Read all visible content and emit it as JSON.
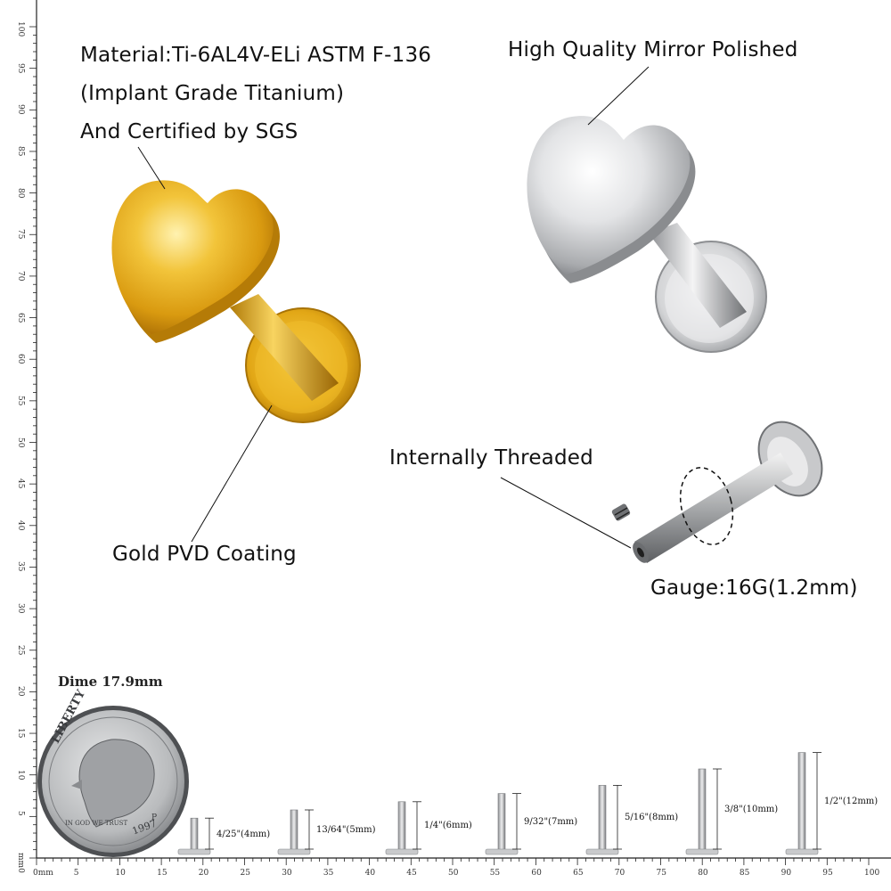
{
  "annotations": {
    "material_line1": "Material:Ti-6AL4V-ELi ASTM F-136",
    "material_line2": "(Implant Grade Titanium)",
    "material_line3": "And Certified by SGS",
    "mirror": "High Quality Mirror Polished",
    "threaded": "Internally Threaded",
    "gold_pvd": "Gold PVD Coating",
    "gauge": "Gauge:16G(1.2mm)"
  },
  "dime": {
    "label": "Dime 17.9mm",
    "coin_text_liberty": "LIBERTY",
    "coin_text_god": "IN GOD WE TRUST",
    "coin_text_year": "1997",
    "coin_text_mint": "P"
  },
  "ruler": {
    "bottom_labels": [
      "0mm",
      "5",
      "10",
      "15",
      "20",
      "25",
      "30",
      "35",
      "40",
      "45",
      "50",
      "55",
      "60",
      "65",
      "70",
      "75",
      "80",
      "85",
      "90",
      "95",
      "100"
    ],
    "left_labels": [
      "mm0",
      "5",
      "10",
      "15",
      "20",
      "25",
      "30",
      "35",
      "40",
      "45",
      "50",
      "55",
      "60",
      "65",
      "70",
      "75",
      "80",
      "85",
      "90",
      "95",
      "100"
    ]
  },
  "lengths": [
    {
      "label": "4/25\"(4mm)"
    },
    {
      "label": "13/64\"(5mm)"
    },
    {
      "label": "1/4\"(6mm)"
    },
    {
      "label": "9/32\"(7mm)"
    },
    {
      "label": "5/16\"(8mm)"
    },
    {
      "label": "3/8\"(10mm)"
    },
    {
      "label": "1/2\"(12mm)"
    }
  ],
  "colors": {
    "gold": "#e8b21f",
    "silver": "#cfd0d2",
    "ruler": "#222222"
  }
}
